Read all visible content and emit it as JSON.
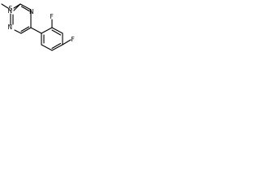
{
  "molecule": {
    "atoms": {
      "sulfur": "S",
      "n1": "N",
      "n2": "N",
      "n4": "N",
      "f_ortho": "F",
      "f_para": "F"
    }
  }
}
